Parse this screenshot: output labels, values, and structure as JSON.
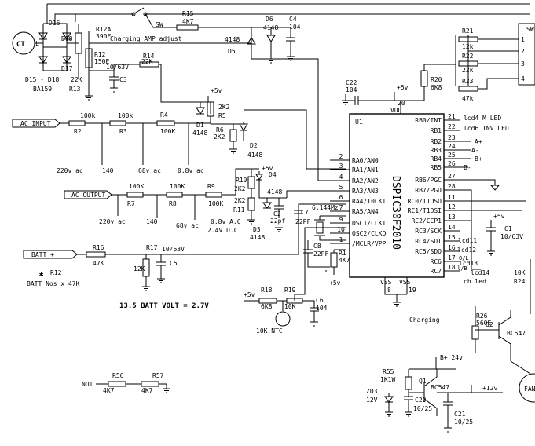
{
  "labels": {
    "ct": "CT",
    "l": "L",
    "d16": "D16",
    "d18": "D18",
    "d17": "D17",
    "d15_d18": "D15 - D18",
    "ba159": "BA159",
    "r12a": "R12A",
    "r12a_val": "390E",
    "r12": "R12",
    "r12_val": "150E",
    "charging_amp": "Charging AMP adjust",
    "r13_val": "22K",
    "r13": "R13",
    "c3_val": "10/63V",
    "c3": "C3",
    "r14": "R14",
    "r14_val": "22K",
    "sw_top": "SW",
    "r15": "R15",
    "r15_val": "4K7",
    "d6": "D6",
    "d6_val": "4148",
    "c4": "C4",
    "c4_val": "104",
    "d5_val": "4148",
    "d5": "D5",
    "plus5v_a": "+5v",
    "r5_val": "2K2",
    "r5": "R5",
    "d1": "D1",
    "d1_val": "4148",
    "r6": "R6",
    "r6_val": "2K2",
    "d2": "D2",
    "d2_val": "4148",
    "ac_input": "AC INPUT",
    "r2_val": "100k",
    "r2": "R2",
    "r3_val": "100k",
    "r3": "R3",
    "r4": "R4",
    "r4_val": "100K",
    "v220_a": "220v ac",
    "n140_a": "140",
    "v68_a": "68v ac",
    "v08_a": "0.8v ac",
    "ac_output": "AC OUTPUT",
    "r7_val": "100K",
    "r7": "R7",
    "r8_val": "100K",
    "r8": "R8",
    "r9": "R9",
    "r9_val": "100K",
    "v220_b": "220v ac",
    "n140_b": "140",
    "v68_b": "68v ac",
    "v08_b": "0.8v A.C",
    "v24_dc": "2.4V D.C",
    "r10": "R10",
    "r10_val": "2K2",
    "r11_val": "2K2",
    "r11": "R11",
    "d4": "D4",
    "d4_val": "4148",
    "plus5v_b": "+5v",
    "d3": "D3",
    "d3_val": "4148",
    "c2": "C2",
    "c2_val": "22pf",
    "batt_plus": "BATT +",
    "r16": "R16",
    "r16_val": "47K",
    "r17": "R17",
    "r17_val": "12K",
    "c5_val": "10/63V",
    "c5": "C5",
    "r12_batt": "R12",
    "batt_nos": "BATT Nos  x 47K",
    "batt_volt": "13.5 BATT VOLT = 2.7V",
    "plus5v_c": "+5v",
    "r18": "R18",
    "r18_val": "6K8",
    "r19": "R19",
    "r19_val": "10K",
    "c6": "C6",
    "c6_val": "104",
    "ntc": "10K NTC",
    "nut": "NUT",
    "r56": "R56",
    "r56_val": "4K7",
    "r57": "R57",
    "r57_val": "4K7",
    "c7": "C7",
    "c7_val": "22PF",
    "crystal": "6.144Mz",
    "c8": "C8",
    "c8_val": "22PF",
    "r1": "R1",
    "r1_val": "4K7",
    "plus5v_d": "+5v",
    "c22": "C22",
    "c22_val": "104",
    "plus5v_e": "+5v",
    "r20": "R20",
    "r20_val": "6K8",
    "u1": "U1",
    "vdd": "VDD",
    "vss1": "VSS",
    "vss2": "VSS",
    "ic_name": "DSPIC30F2010",
    "r21": "R21",
    "r21_val": "12k",
    "r22": "R22",
    "r22_val": "22k",
    "r23": "R23",
    "r23_val": "47k",
    "sw_right": "SW",
    "lcd4": "lcd4 M LED",
    "lcd6": "lcd6 INV LED",
    "a_plus": "A+",
    "a_minus": "A-",
    "b_plus": "B+",
    "b_minus": "B-",
    "plus5v_f": "+5v",
    "c1": "C1",
    "c1_val": "10/63V",
    "lcd11": "lcd11",
    "lcd12": "lcd12",
    "lcd13": "lcd13",
    "lcd14": "lcd14",
    "ol": "O/L",
    "ll": "l/B",
    "ch_led": "ch led",
    "charging": "Charging",
    "r24_val": "10K",
    "r24": "R24",
    "r26": "R26",
    "r26_val": "560E",
    "q2": "Q2",
    "bc547_a": "BC547",
    "b24": "B+ 24v",
    "r55": "R55",
    "r55_val": "1K1W",
    "q1": "Q1",
    "bc547_b": "BC547",
    "zd3": "ZD3",
    "zd3_val": "12V",
    "c20": "C20",
    "c20_val": "10/25",
    "plus12v": "+12v",
    "c21": "C21",
    "c21_val": "10/25",
    "fan": "FAN",
    "switch_pins": [
      "1",
      "2",
      "3",
      "4"
    ]
  },
  "ic": {
    "left_pins": [
      {
        "num": "2",
        "name": "RA0/AN0"
      },
      {
        "num": "3",
        "name": "RA1/AN1"
      },
      {
        "num": "4",
        "name": "RA2/AN2"
      },
      {
        "num": "5",
        "name": "RA3/AN3"
      },
      {
        "num": "6",
        "name": "RA4/T0CKI"
      },
      {
        "num": "7",
        "name": "RA5/AN4"
      },
      {
        "num": "9",
        "name": "OSC1/CLKI"
      },
      {
        "num": "10",
        "name": "OSC2/CLKO"
      },
      {
        "num": "1",
        "name": "/MCLR/VPP"
      }
    ],
    "right_pins": [
      {
        "num": "21",
        "name": "RB0/INT"
      },
      {
        "num": "22",
        "name": "RB1"
      },
      {
        "num": "23",
        "name": "RB2"
      },
      {
        "num": "24",
        "name": "RB3"
      },
      {
        "num": "25",
        "name": "RB4"
      },
      {
        "num": "26",
        "name": "RB5"
      },
      {
        "num": "27",
        "name": "RB6/PGC"
      },
      {
        "num": "28",
        "name": "RB7/PGD"
      },
      {
        "num": "11",
        "name": "RC0/T1OSO"
      },
      {
        "num": "12",
        "name": "RC1/T1OSI"
      },
      {
        "num": "13",
        "name": "RC2/CCP1"
      },
      {
        "num": "14",
        "name": "RC3/SCK"
      },
      {
        "num": "15",
        "name": "RC4/SDI"
      },
      {
        "num": "16",
        "name": "RC5/SDO"
      },
      {
        "num": "17",
        "name": "RC6"
      },
      {
        "num": "18",
        "name": "RC7"
      }
    ],
    "vdd_pin": "20",
    "vss_pin1": "8",
    "vss_pin2": "19"
  }
}
